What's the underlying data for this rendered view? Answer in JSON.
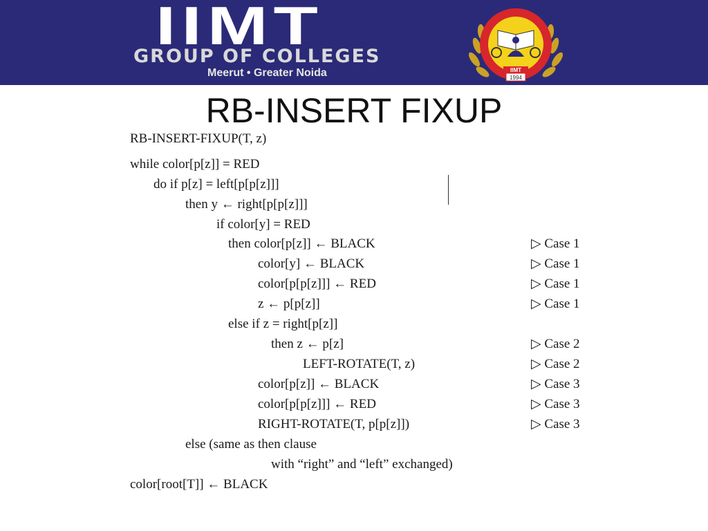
{
  "header": {
    "wordmark": "IIMT",
    "group": "GROUP OF COLLEGES",
    "location": "Meerut • Greater Noida",
    "seal_year": "1994",
    "seal_name": "IIMT"
  },
  "slide": {
    "title": "RB-INSERT FIXUP"
  },
  "pseudocode": {
    "lines": [
      "RB-INSERT-FIXUP(T, z)",
      "while color[p[z]] = RED",
      "do if p[z] = left[p[p[z]]]",
      "then y ← right[p[p[z]]]",
      "if color[y] = RED",
      "then color[p[z]] ← BLACK",
      "color[y] ← BLACK",
      "color[p[p[z]]] ← RED",
      "z ← p[p[z]]",
      "else  if z = right[p[z]]",
      "then z ← p[z]",
      "LEFT-ROTATE(T, z)",
      "color[p[z]] ← BLACK",
      "color[p[p[z]]] ← RED",
      "RIGHT-ROTATE(T, p[p[z]])",
      "else  (same as then clause",
      "with “right” and “left” exchanged)",
      "color[root[T]] ← BLACK"
    ],
    "comments": [
      "▷ Case 1",
      "▷ Case 1",
      "▷ Case 1",
      "▷ Case 1",
      "▷ Case 2",
      "▷ Case 2",
      "▷ Case 3",
      "▷ Case 3",
      "▷ Case 3"
    ]
  }
}
